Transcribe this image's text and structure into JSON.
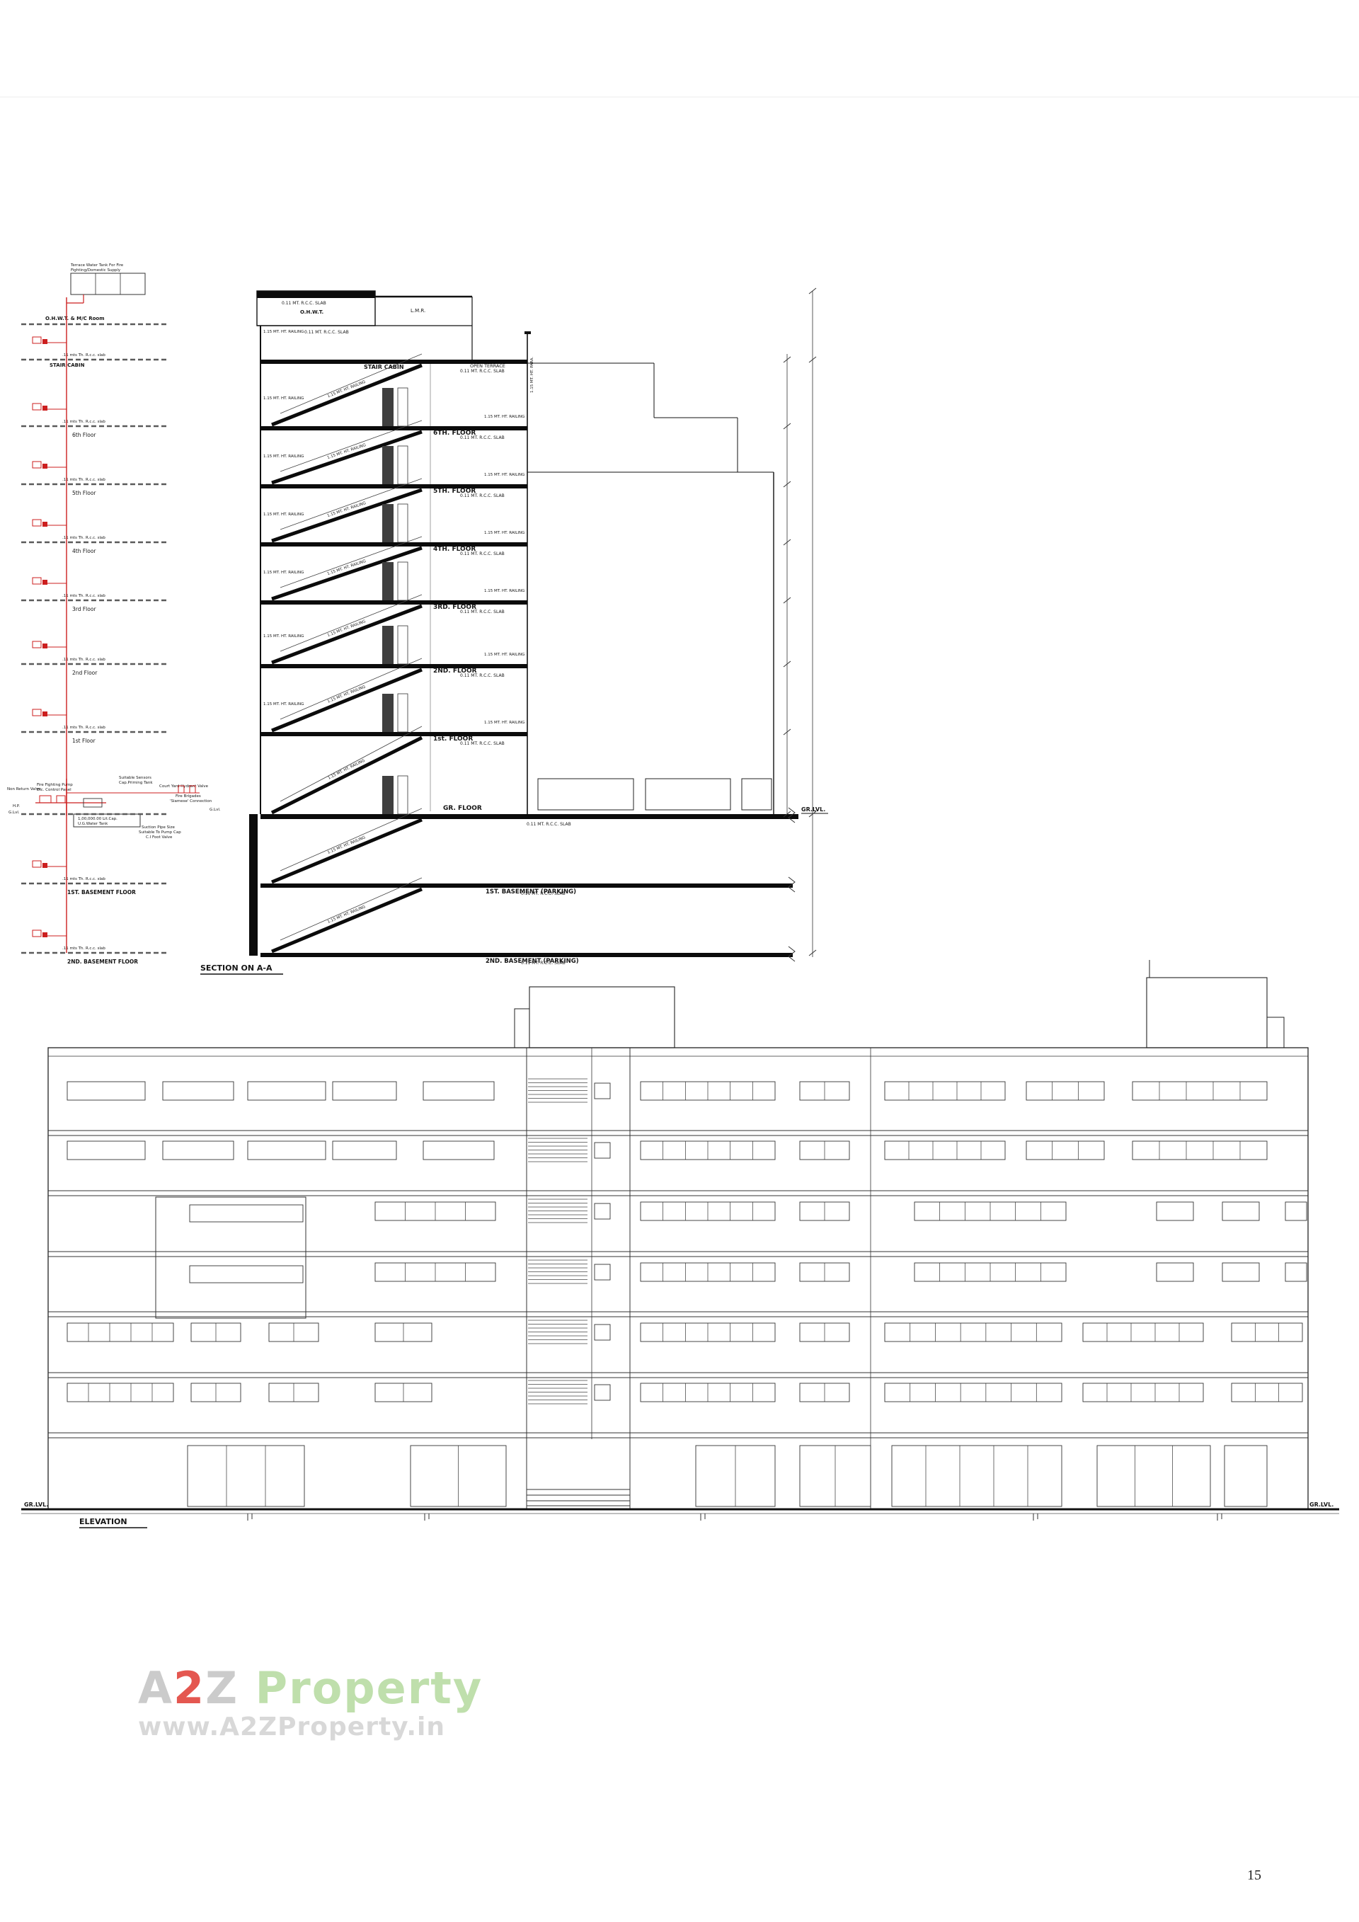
{
  "page": {
    "number": "15"
  },
  "watermark": {
    "a": "A",
    "two": "2",
    "z": "Z",
    "property": " Property",
    "url": "www.A2ZProperty.in"
  },
  "section": {
    "title": "SECTION ON A-A",
    "labels": {
      "ohwt": "O.H.W.T.",
      "lmr": "L.M.R.",
      "stair_cabin": "STAIR CABIN",
      "open_terrace": "OPEN TERRACE",
      "slab": "0.11 MT. R.C.C. SLAB",
      "railing": "1.15 MT. HT. RAILING",
      "parapet": "1.15 MT. HT. PARA.",
      "gr_lvl": "GR.LVL."
    },
    "floors": [
      "6TH. FLOOR",
      "5TH. FLOOR",
      "4TH. FLOOR",
      "3RD. FLOOR",
      "2ND. FLOOR",
      "1st. FLOOR",
      "GR. FLOOR",
      "1ST. BASEMENT (PARKING)",
      "2ND. BASEMENT (PARKING)"
    ]
  },
  "schematic": {
    "tank_note_1": "Terrace Water Tank For Fire",
    "tank_note_2": "Fighting/Domestic Supply",
    "ohwt_room": "O.H.W.T. & M/C Room",
    "slab_note": ".11 mts Th. R.c.c. slab",
    "stair_cabin": "STAIR CABIN",
    "floors": [
      "6th Floor",
      "5th Floor",
      "4th Floor",
      "3rd Floor",
      "2nd Floor",
      "1st Floor"
    ],
    "basement_1": "1ST. BASEMENT FLOOR",
    "basement_2": "2ND. BASEMENT FLOOR",
    "non_return_valve": "Non Return Valve",
    "pump_panel_1": "Fire Fighting Pump",
    "pump_panel_2": "Etc. Control Panel",
    "hp": "H.P.",
    "g_lvl": "G.Lvl.",
    "ug_tank_1": "1,00,000.00 Lit.Cap.",
    "ug_tank_2": "U.G.Water Tank",
    "suction_1": "Suction Pipe Size",
    "suction_2": "Suitable To Pump Cap",
    "suction_3": "C.I Foot Valve",
    "priming_1": "Suitable Sensors",
    "priming_2": "Cap.Priming Tank",
    "court_yard": "Court Yard Hydrant Valve",
    "brigade_1": "Fire Brigades",
    "brigade_2": "'Siamese' Connection"
  },
  "elevation": {
    "title": "ELEVATION",
    "gr_lvl": "GR.LVL."
  }
}
